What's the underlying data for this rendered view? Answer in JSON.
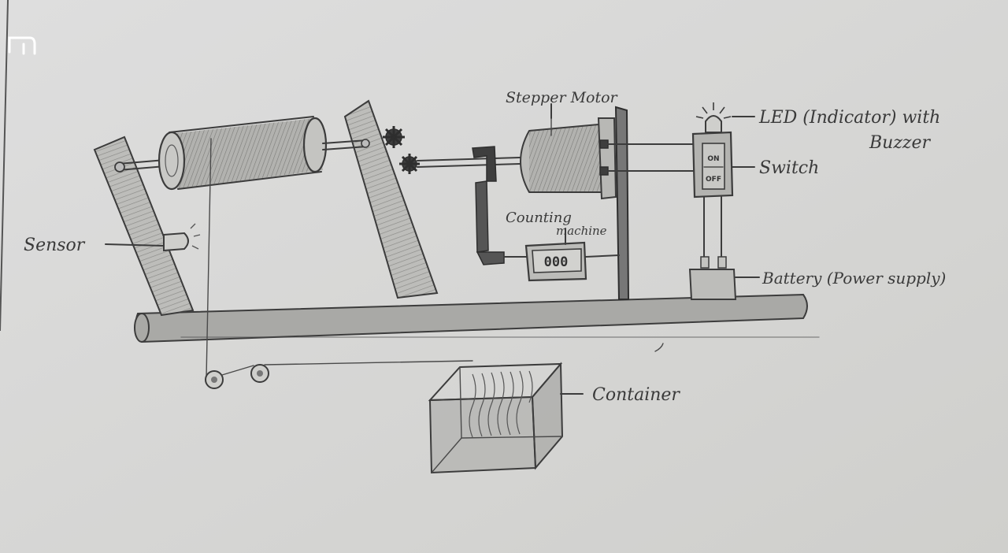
{
  "labels": {
    "stepper_motor": "Stepper Motor",
    "led_line1": "LED (Indicator) with",
    "led_line2": "Buzzer",
    "switch": "Switch",
    "sensor": "Sensor",
    "counting_line1": "Counting",
    "counting_line2": "machine",
    "battery": "Battery (Power supply)",
    "container": "Container",
    "switch_on": "ON",
    "switch_off": "OFF",
    "counter_display": "000"
  },
  "colors": {
    "paper": "#d9d9d7",
    "pencil": "#3c3c3c",
    "shading": "#a9a9a6"
  }
}
